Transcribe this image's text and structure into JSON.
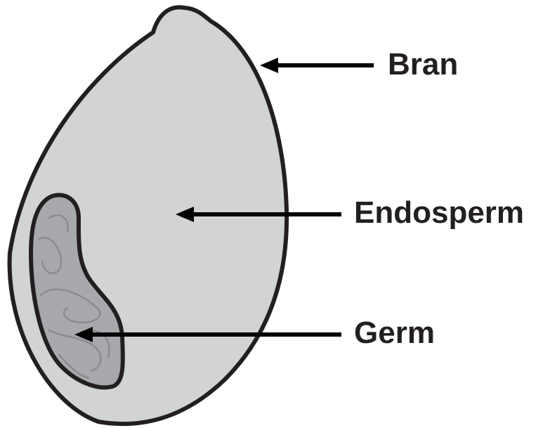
{
  "labels": {
    "bran": "Bran",
    "endosperm": "Endosperm",
    "germ": "Germ"
  },
  "colors": {
    "kernel_fill": "#d1d3d4",
    "germ_fill": "#a7a9ac",
    "outline": "#231f20",
    "germ_swirl": "#8a8c8f",
    "text": "#231f20"
  },
  "icons": {
    "kernel": "wheat-kernel-cross-section",
    "arrows": "left-pointing-arrow"
  }
}
